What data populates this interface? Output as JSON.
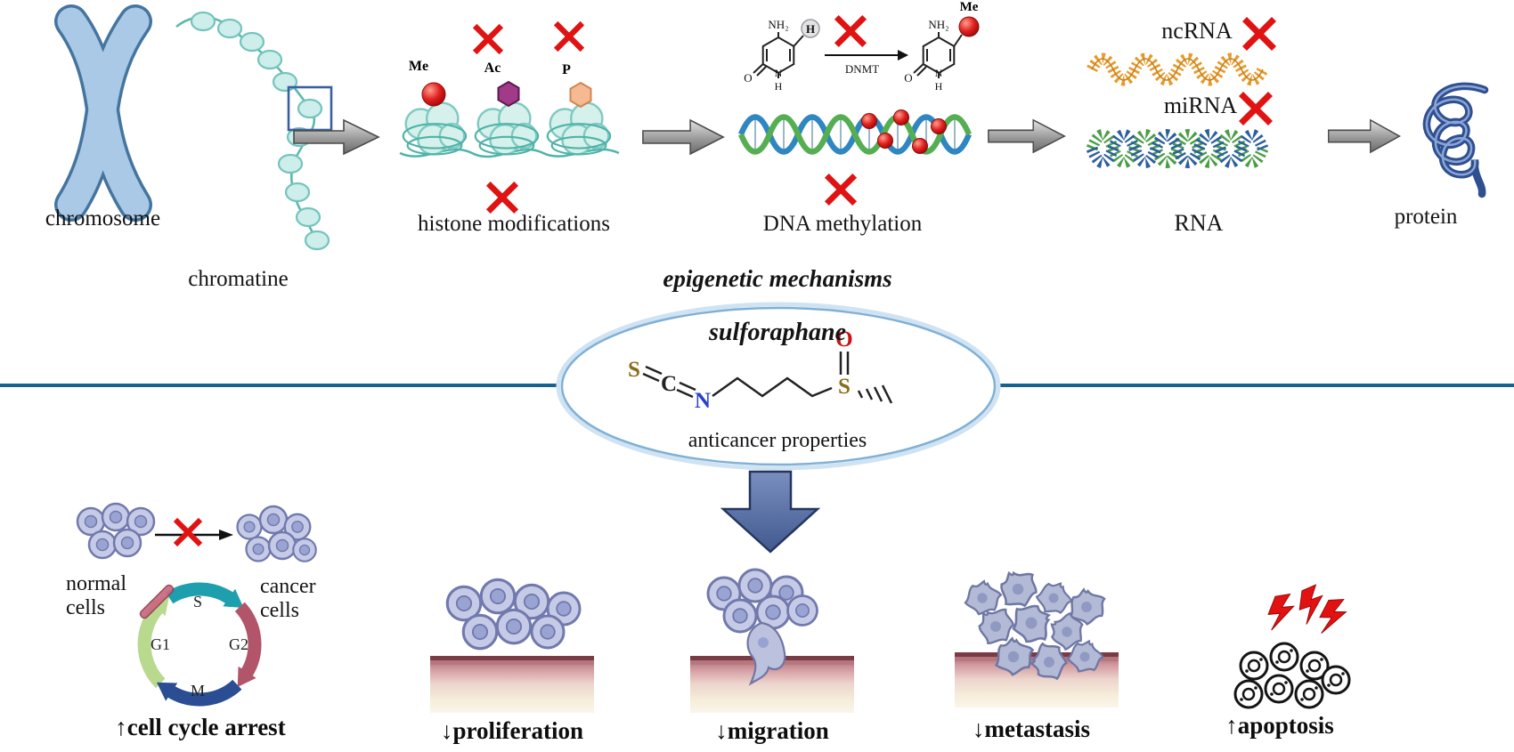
{
  "figure": {
    "top_row": {
      "chromosome_label": "chromosome",
      "chromatine_label": "chromatine",
      "histones": {
        "me": "Me",
        "ac": "Ac",
        "p": "P",
        "caption": "histone modifications"
      },
      "dna": {
        "nh2": "NH₂",
        "h_atom": "H",
        "me": "Me",
        "enzyme": "DNMT",
        "n": "N",
        "o": "O",
        "h": "H",
        "caption": "DNA methylation"
      },
      "rna": {
        "ncrna_label": "ncRNA",
        "mirna_label": "miRNA",
        "caption": "RNA"
      },
      "protein_label": "protein"
    },
    "middle": {
      "mechanisms_title": "epigenetic mechanisms",
      "compound_name": "sulforaphane",
      "properties_caption": "anticancer properties",
      "structure_atoms": {
        "s1": "S",
        "c": "C",
        "n": "N",
        "s2": "S",
        "o": "O"
      }
    },
    "bottom_row": {
      "cell_cycle": {
        "normal_label": "normal cells",
        "cancer_label": "cancer cells",
        "phase_g1": "G1",
        "phase_s": "S",
        "phase_g2": "G2",
        "phase_m": "M",
        "caption": "↑cell cycle arrest"
      },
      "proliferation_caption": "↓proliferation",
      "migration_caption": "↓migration",
      "metastasis_caption": "↓metastasis",
      "apoptosis_caption": "↑apoptosis"
    },
    "colors": {
      "red_x": "#e01212",
      "divider": "#15618f",
      "arrow_gray": "#9a9a9a"
    }
  }
}
